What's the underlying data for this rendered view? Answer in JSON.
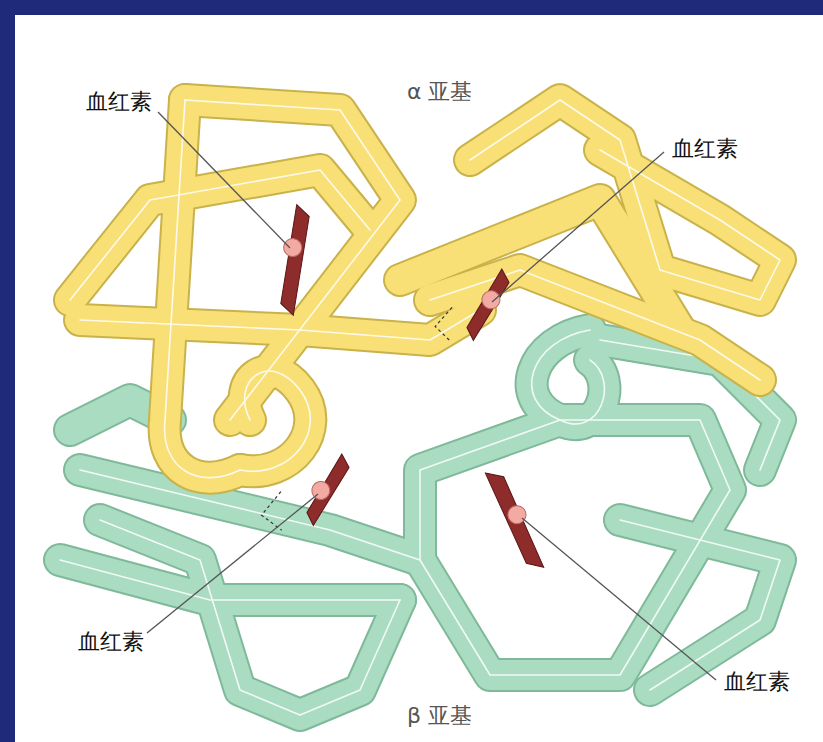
{
  "diagram": {
    "labels": [
      "血红素",
      "α 亚基",
      "血红素",
      "血红素",
      "β 亚基",
      "血红素"
    ]
  }
}
